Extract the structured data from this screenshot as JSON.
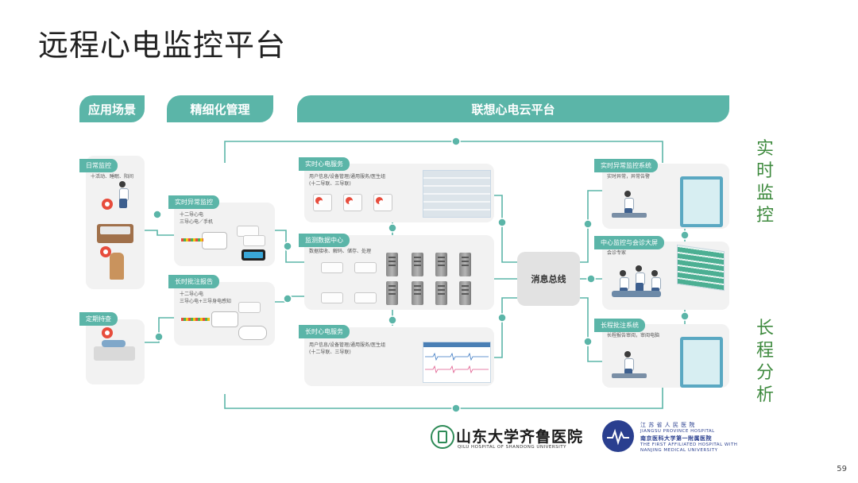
{
  "title": "远程心电监控平台",
  "headers": {
    "scenario": "应用场景",
    "management": "精细化管理",
    "platform": "联想心电云平台"
  },
  "scenario": {
    "daily": {
      "label": "日常监控",
      "desc": "十活动、睡眠、阳间"
    },
    "periodic": {
      "label": "定期持查"
    }
  },
  "management": {
    "realtime": {
      "label": "实时异常监控",
      "desc1": "十二导心电",
      "desc2": "三导心电／手机"
    },
    "longterm": {
      "label": "长时批注报告",
      "desc1": "十二导心电",
      "desc2": "三导心电+三导身电感知"
    }
  },
  "cloud": {
    "realtime_service": {
      "label": "实时心电服务",
      "desc1": "用户信息/设备管理/通用服务/医生组",
      "desc2": "(十二导联、三导联)"
    },
    "data_center": {
      "label": "监测数据中心",
      "desc": "数据接收、解码、储存、处理"
    },
    "longterm_service": {
      "label": "长时心电服务",
      "desc1": "用户信息/设备管理/通用服务/医生组",
      "desc2": "(十二导联、三导联)"
    },
    "bus": "消息总线"
  },
  "systems": {
    "realtime_monitor": {
      "label": "实时异常监控系统",
      "desc": "实时异常，异常告警"
    },
    "center_monitor": {
      "label": "中心监控与会诊大屏",
      "desc": "会诊专家"
    },
    "annotation": {
      "label": "长程批注系统",
      "desc": "长程报告审阅，审阅电脑"
    }
  },
  "side_labels": {
    "realtime": [
      "实",
      "时",
      "监",
      "控"
    ],
    "longterm": [
      "长",
      "程",
      "分",
      "析"
    ]
  },
  "logos": {
    "qilu_cn": "山东大学齐鲁医院",
    "qilu_en": "QILU HOSPITAL OF SHANDONG UNIVERSITY",
    "jiangsu_cn1": "江 苏 省 人 民 医 院",
    "jiangsu_en1": "JIANGSU PROVINCE HOSPITAL",
    "jiangsu_cn2": "南京医科大学第一附属医院",
    "jiangsu_en2": "THE FIRST AFFILIATED HOSPITAL WITH",
    "jiangsu_en3": "NANJING MEDICAL UNIVERSITY"
  },
  "page_number": "59",
  "colors": {
    "accent": "#5bb5a8",
    "side_text": "#3e8a3e",
    "panel": "#f2f2f2"
  }
}
